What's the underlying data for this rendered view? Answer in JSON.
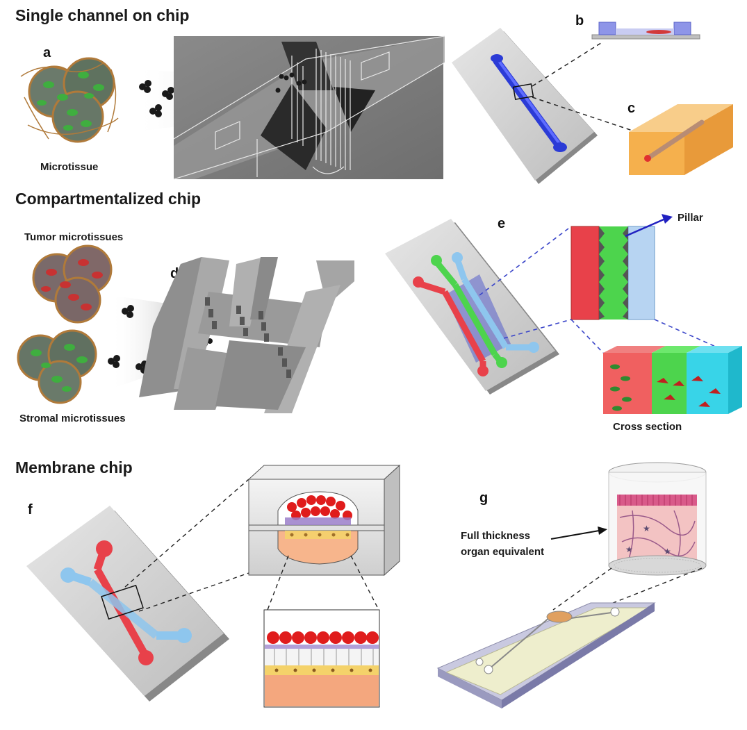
{
  "sections": {
    "single": "Single channel on chip",
    "compartment": "Compartmentalized chip",
    "membrane": "Membrane chip"
  },
  "panels": {
    "a": "a",
    "b": "b",
    "c": "c",
    "d": "d",
    "e": "e",
    "f": "f",
    "g": "g"
  },
  "labels": {
    "microtissue": "Microtissue",
    "tumor": "Tumor microtissues",
    "stromal": "Stromal microtissues",
    "pillar": "Pillar",
    "cross_section": "Cross section",
    "full_thickness_1": "Full thickness",
    "full_thickness_2": "organ equivalent"
  },
  "colors": {
    "channel_blue": "#2b3bd6",
    "channel_red": "#e8414a",
    "channel_green": "#4dd44d",
    "channel_lightblue": "#8ec6ee",
    "chip_gray": "#d7d7d7",
    "orange_block": "#f5b04d"
  }
}
